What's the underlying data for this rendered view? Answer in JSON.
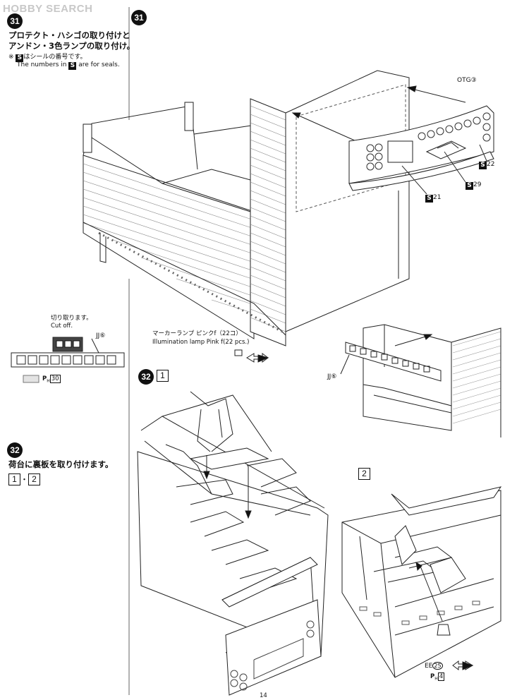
{
  "watermark": "HOBBY SEARCH",
  "step31": {
    "number": "31",
    "title_line1": "プロテクト・ハシゴの取り付けと",
    "title_line2": "アンドン・3色ランプの取り付け。",
    "note_prefix": "※",
    "note_seal_letter": "S",
    "note_jp": "はシールの番号です。",
    "note_en_pre": "The numbers in",
    "note_en_post": "are for seals.",
    "cut_jp": "切り取ります。",
    "cut_en": "Cut off.",
    "jj_label": "JJ",
    "jj_num": "⑥",
    "ph_label": "P",
    "ph_sub": "H",
    "ph_num": "30"
  },
  "main31": {
    "number": "31",
    "otg_label": "OTG",
    "otg_num": "③",
    "seal_22": "22",
    "seal_29": "29",
    "seal_21": "21",
    "marker_jp": "マーカーランプ ピンクf（22コ）",
    "marker_en": "Illumination lamp Pink f(22 pcs.)",
    "jj_label": "JJ",
    "jj_num": "⑥"
  },
  "step32_side": {
    "number": "32",
    "title": "荷台に裏板を取り付けます。",
    "box1": "1",
    "dot": "・",
    "box2": "2"
  },
  "main32": {
    "number": "32",
    "box1": "1",
    "box2": "2",
    "ee_label": "EE",
    "ee_num": "25",
    "ph_label": "P",
    "ph_sub": "H",
    "ph_num": "4"
  },
  "page_number": "14"
}
